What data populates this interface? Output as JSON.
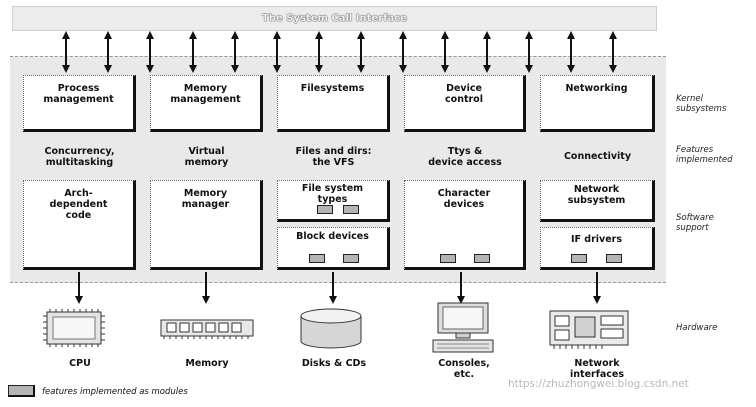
{
  "syscall_label": "The System Call Interface",
  "kernel_subsystems": [
    "Process\nmanagement",
    "Memory\nmanagement",
    "Filesystems",
    "Device\ncontrol",
    "Networking"
  ],
  "features": [
    "Concurrency,\nmultitasking",
    "Virtual\nmemory",
    "Files and dirs:\nthe VFS",
    "Ttys &\ndevice access",
    "Connectivity"
  ],
  "software_support": {
    "arch": "Arch-\ndependent\ncode",
    "memory_manager": "Memory\nmanager",
    "fs_types": "File system\ntypes",
    "block_devices": "Block devices",
    "char_devices": "Character\ndevices",
    "net_subsystem": "Network\nsubsystem",
    "if_drivers": "IF drivers"
  },
  "side_labels": {
    "kernel": "Kernel\nsubsystems",
    "features": "Features\nimplemented",
    "software": "Software\nsupport",
    "hardware": "Hardware"
  },
  "hardware": [
    "CPU",
    "Memory",
    "Disks & CDs",
    "Consoles,\netc.",
    "Network\ninterfaces"
  ],
  "legend": "features implemented as modules",
  "watermark": "https://zhuzhongwei.blog.csdn.net"
}
